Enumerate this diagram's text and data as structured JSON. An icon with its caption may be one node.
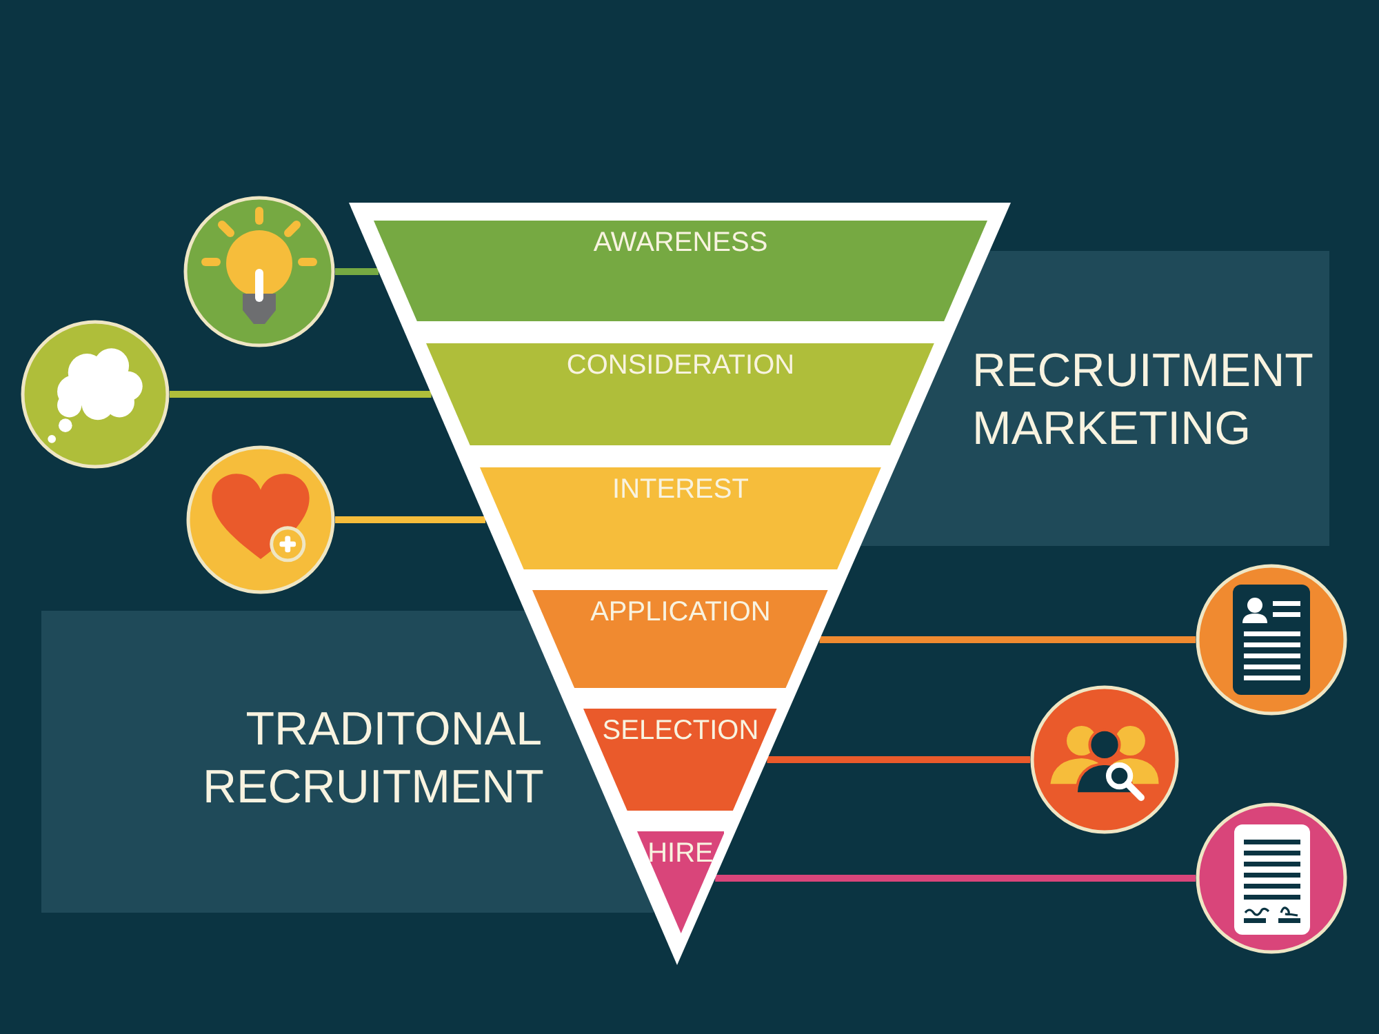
{
  "diagram": {
    "nodes": [
      {
        "text": [
          "AWARENESS"
        ]
      },
      {
        "text": [
          "CONSIDERATION"
        ]
      },
      {
        "text": [
          "INTEREST"
        ]
      },
      {
        "text": [
          "APPLICATION"
        ]
      },
      {
        "text": [
          "SELECTION"
        ]
      },
      {
        "text": [
          "HIRE"
        ]
      },
      {
        "text": [
          "RECRUITMENT MARKETING"
        ]
      },
      {
        "text": [
          "TRADITONAL RECRUITMENT"
        ]
      },
      {
        "text": [],
        "shape": "picture"
      },
      {
        "text": [],
        "shape": "picture"
      },
      {
        "text": [],
        "shape": "picture"
      },
      {
        "text": [],
        "shape": "picture"
      },
      {
        "text": [],
        "shape": "picture"
      },
      {
        "text": [],
        "shape": "picture"
      }
    ],
    "edges": [
      {
        "from": 8,
        "to": 0,
        "arrow": "none",
        "color": "#76a942"
      },
      {
        "from": 9,
        "to": 1,
        "arrow": "none",
        "color": "#afbe3a"
      },
      {
        "from": 10,
        "to": 2,
        "arrow": "none",
        "color": "#f6bd3b"
      },
      {
        "from": 3,
        "to": 11,
        "arrow": "none",
        "color": "#f08a30"
      },
      {
        "from": 4,
        "to": 12,
        "arrow": "none",
        "color": "#ea5a2b"
      },
      {
        "from": 5,
        "to": 13,
        "arrow": "none",
        "color": "#d9457a"
      }
    ]
  }
}
